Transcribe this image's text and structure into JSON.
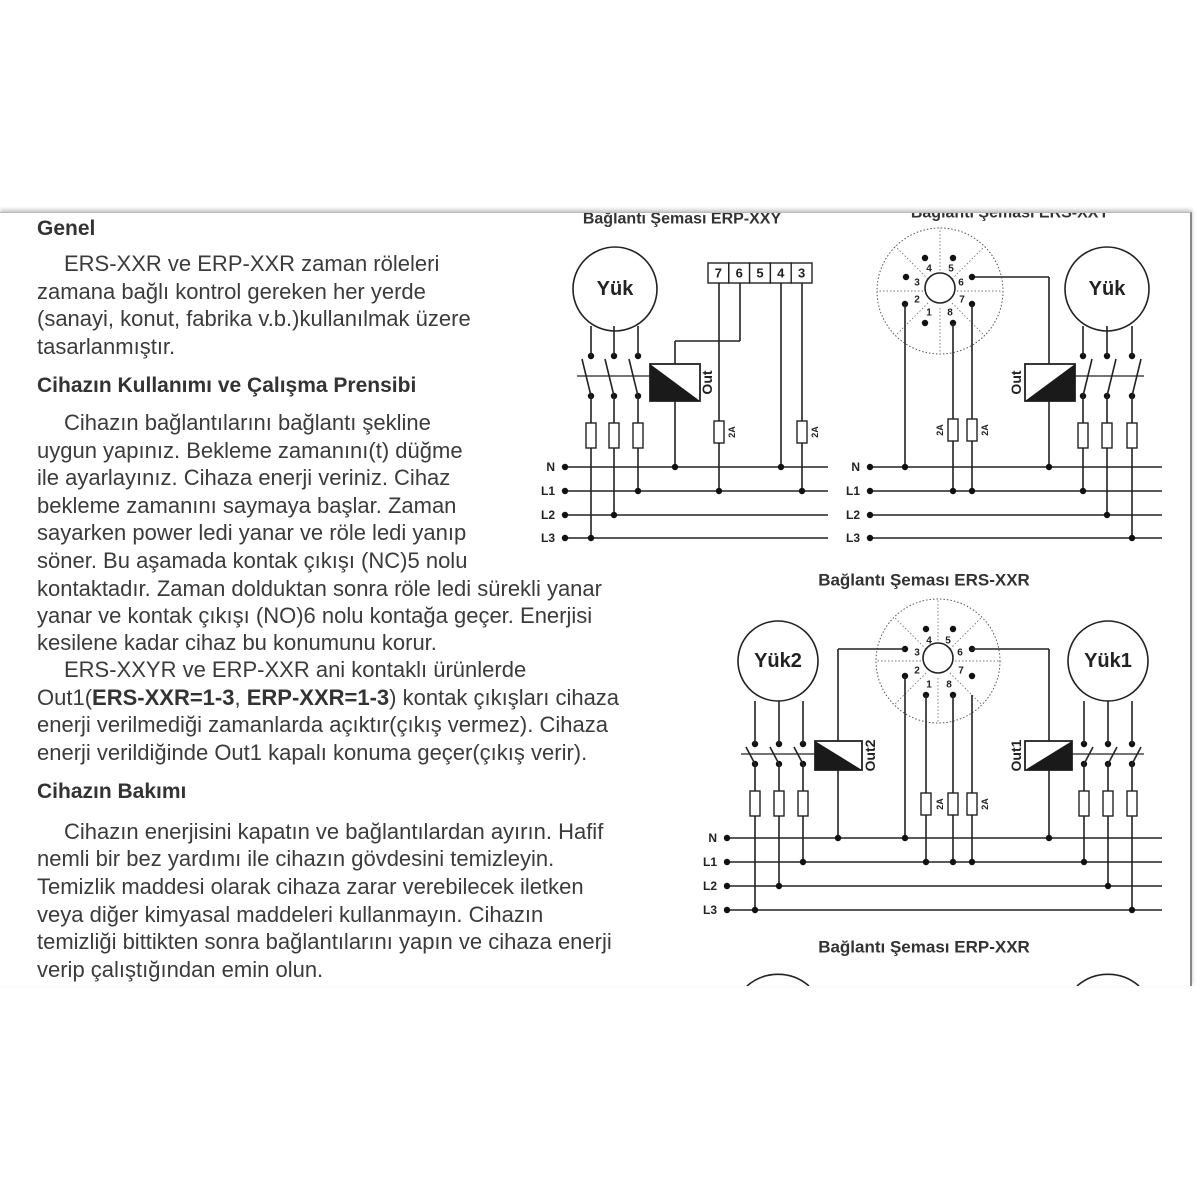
{
  "sections": [
    {
      "heading": "Genel",
      "lines": [
        "ERS-XXR ve ERP-XXR zaman röleleri",
        "zamana bağlı kontrol gereken her yerde",
        "(sanayi, konut, fabrika v.b.)kullanılmak üzere",
        "tasarlanmıştır."
      ]
    },
    {
      "heading": "Cihazın Kullanımı ve Çalışma Prensibi",
      "lines": [
        "Cihazın bağlantılarını bağlantı şekline",
        "uygun yapınız. Bekleme zamanını(t) düğme",
        "ile ayarlayınız. Cihaza enerji veriniz. Cihaz",
        "bekleme zamanını saymaya başlar. Zaman",
        "sayarken power ledi yanar ve röle ledi yanıp",
        "söner. Bu aşamada kontak çıkışı (NC)5 nolu",
        "kontaktadır. Zaman dolduktan sonra röle ledi sürekli yanar",
        "yanar ve kontak çıkışı (NO)6 nolu kontağa geçer. Enerjisi",
        "kesilene kadar cihaz bu konumunu korur.",
        "ERS-XXYR ve ERP-XXR ani kontaklı ürünlerde"
      ],
      "out1_line": {
        "pre": "Out1(",
        "bold1": "ERS-XXR=1-3",
        "mid": ", ",
        "bold2": "ERP-XXR=1-3",
        "post": ") kontak çıkışları cihaza"
      },
      "tail_lines": [
        "enerji verilmediği zamanlarda açıktır(çıkış vermez). Cihaza",
        "enerji verildiğinde Out1 kapalı konuma geçer(çıkış verir)."
      ]
    },
    {
      "heading": "Cihazın Bakımı",
      "lines": [
        "Cihazın enerjisini kapatın ve bağlantılardan ayırın. Hafif",
        "nemli bir bez yardımı ile cihazın gövdesini temizleyin.",
        "Temizlik maddesi olarak cihaza zarar verebilecek iletken",
        "veya  diğer kimyasal maddeleri kullanmayın. Cihazın",
        "temizliği bittikten sonra bağlantılarını yapın ve cihaza enerji",
        "verip çalıştığından emin olun."
      ]
    }
  ],
  "diagrams": {
    "d1": {
      "title": "Bağlantı Şeması ERP-XXY",
      "load": "Yük",
      "out": "Out",
      "terminals": [
        "7",
        "6",
        "5",
        "4",
        "3"
      ]
    },
    "d2": {
      "title": "Bağlantı Şeması ERS-XXY",
      "load": "Yük",
      "out": "Out"
    },
    "d3": {
      "title": "Bağlantı Şeması ERS-XXR",
      "load1": "Yük1",
      "load2": "Yük2",
      "out1": "Out1",
      "out2": "Out2"
    },
    "d4": {
      "title": "Bağlantı Şeması ERP-XXR"
    },
    "bus": [
      "N",
      "L1",
      "L2",
      "L3"
    ],
    "pins": [
      "1",
      "2",
      "3",
      "4",
      "5",
      "6",
      "7",
      "8"
    ],
    "fuse": "2A"
  }
}
